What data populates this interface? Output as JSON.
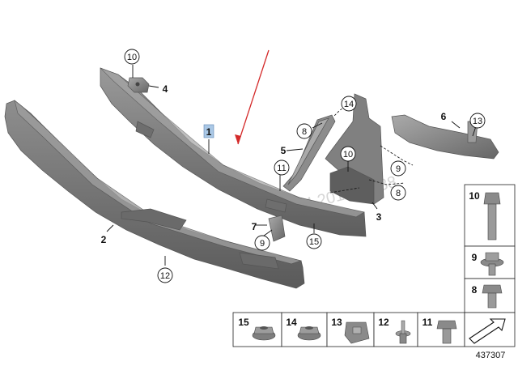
{
  "diagram_number": "437307",
  "highlight_color": "#aac8e6",
  "arrow_color": "#d42a2a",
  "part_color": "#7a7a7a",
  "watermark": "15.04.2016 13:38",
  "callouts": [
    {
      "id": "c1",
      "text": "1",
      "style": "highlight"
    },
    {
      "id": "c2",
      "text": "2",
      "style": "bold"
    },
    {
      "id": "c3",
      "text": "3",
      "style": "bold"
    },
    {
      "id": "c4",
      "text": "4",
      "style": "bold"
    },
    {
      "id": "c5",
      "text": "5",
      "style": "bold"
    },
    {
      "id": "c6",
      "text": "6",
      "style": "bold"
    },
    {
      "id": "c7",
      "text": "7",
      "style": "bold"
    },
    {
      "id": "c8a",
      "text": "8",
      "style": "circle"
    },
    {
      "id": "c8b",
      "text": "8",
      "style": "circle"
    },
    {
      "id": "c9a",
      "text": "9",
      "style": "circle"
    },
    {
      "id": "c9b",
      "text": "9",
      "style": "circle"
    },
    {
      "id": "c10a",
      "text": "10",
      "style": "circle"
    },
    {
      "id": "c10b",
      "text": "10",
      "style": "circle"
    },
    {
      "id": "c11",
      "text": "11",
      "style": "circle"
    },
    {
      "id": "c12",
      "text": "12",
      "style": "circle"
    },
    {
      "id": "c13",
      "text": "13",
      "style": "circle"
    },
    {
      "id": "c14",
      "text": "14",
      "style": "circle"
    },
    {
      "id": "c15",
      "text": "15",
      "style": "circle"
    }
  ],
  "legend_side": [
    {
      "label": "10",
      "icon": "bolt-long-icon"
    },
    {
      "label": "9",
      "icon": "flange-bolt-icon"
    },
    {
      "label": "8",
      "icon": "hex-bolt-icon"
    }
  ],
  "legend_bottom": [
    {
      "label": "15",
      "icon": "flange-nut-icon"
    },
    {
      "label": "14",
      "icon": "flange-nut-icon"
    },
    {
      "label": "13",
      "icon": "clip-nut-icon"
    },
    {
      "label": "12",
      "icon": "expansion-rivet-icon"
    },
    {
      "label": "11",
      "icon": "hex-bolt-icon"
    },
    {
      "label": "",
      "icon": "direction-arrow-icon"
    }
  ]
}
